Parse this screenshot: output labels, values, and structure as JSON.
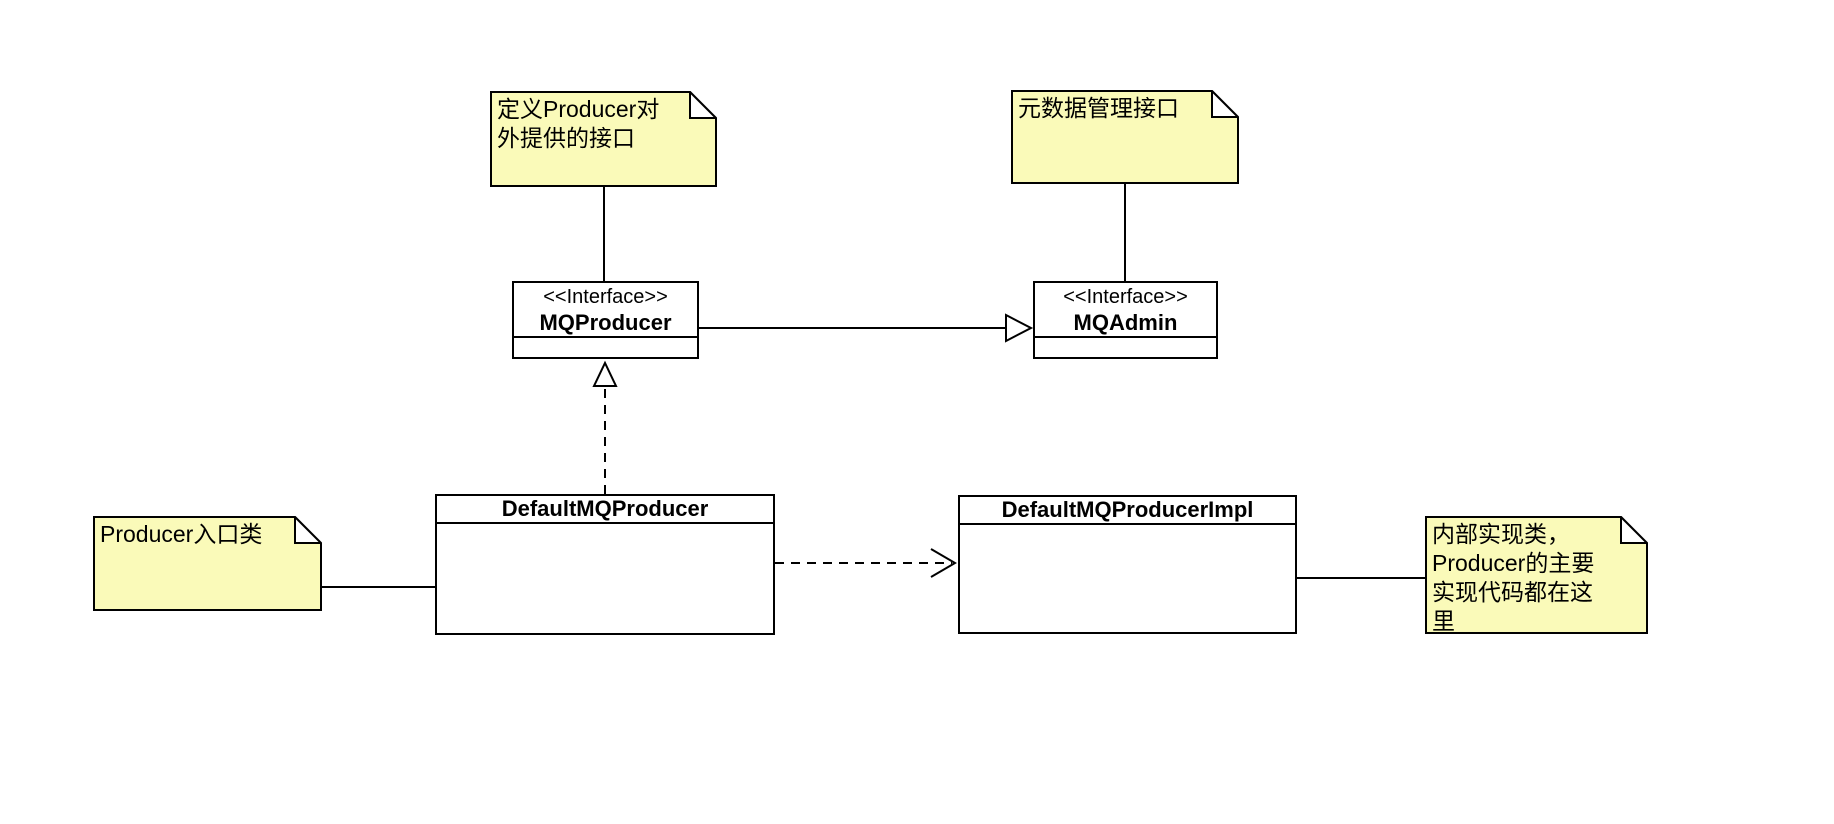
{
  "colors": {
    "background": "#ffffff",
    "note_fill": "#fafab9",
    "box_fill": "#ffffff",
    "line": "#000000"
  },
  "notes": [
    {
      "name": "define-producer-interface",
      "text": "定义Producer对\n外提供的接口"
    },
    {
      "name": "metadata-management-interface",
      "text": "元数据管理接口"
    },
    {
      "name": "producer-entry-class",
      "text": "Producer入口类"
    },
    {
      "name": "internal-impl-class",
      "text": "内部实现类，\nProducer的主要\n实现代码都在这\n里"
    }
  ],
  "classes": [
    {
      "name": "mqproducer",
      "stereotype": "<<Interface>>",
      "title": "MQProducer"
    },
    {
      "name": "mqadmin",
      "stereotype": "<<Interface>>",
      "title": "MQAdmin"
    },
    {
      "name": "defaultmqproducer",
      "title": "DefaultMQProducer"
    },
    {
      "name": "defaultmqproducerimpl",
      "title": "DefaultMQProducerImpl"
    }
  ],
  "relations": [
    {
      "from": "MQProducer",
      "to": "MQAdmin",
      "type": "generalization",
      "style": "solid-hollow-triangle"
    },
    {
      "from": "DefaultMQProducer",
      "to": "MQProducer",
      "type": "realization",
      "style": "dashed-hollow-triangle"
    },
    {
      "from": "DefaultMQProducer",
      "to": "DefaultMQProducerImpl",
      "type": "dependency",
      "style": "dashed-open-arrow"
    },
    {
      "from": "note-define-producer-interface",
      "to": "MQProducer",
      "type": "note-anchor",
      "style": "solid"
    },
    {
      "from": "note-metadata-management-interface",
      "to": "MQAdmin",
      "type": "note-anchor",
      "style": "solid"
    },
    {
      "from": "note-producer-entry-class",
      "to": "DefaultMQProducer",
      "type": "note-anchor",
      "style": "solid"
    },
    {
      "from": "note-internal-impl-class",
      "to": "DefaultMQProducerImpl",
      "type": "note-anchor",
      "style": "solid"
    }
  ]
}
